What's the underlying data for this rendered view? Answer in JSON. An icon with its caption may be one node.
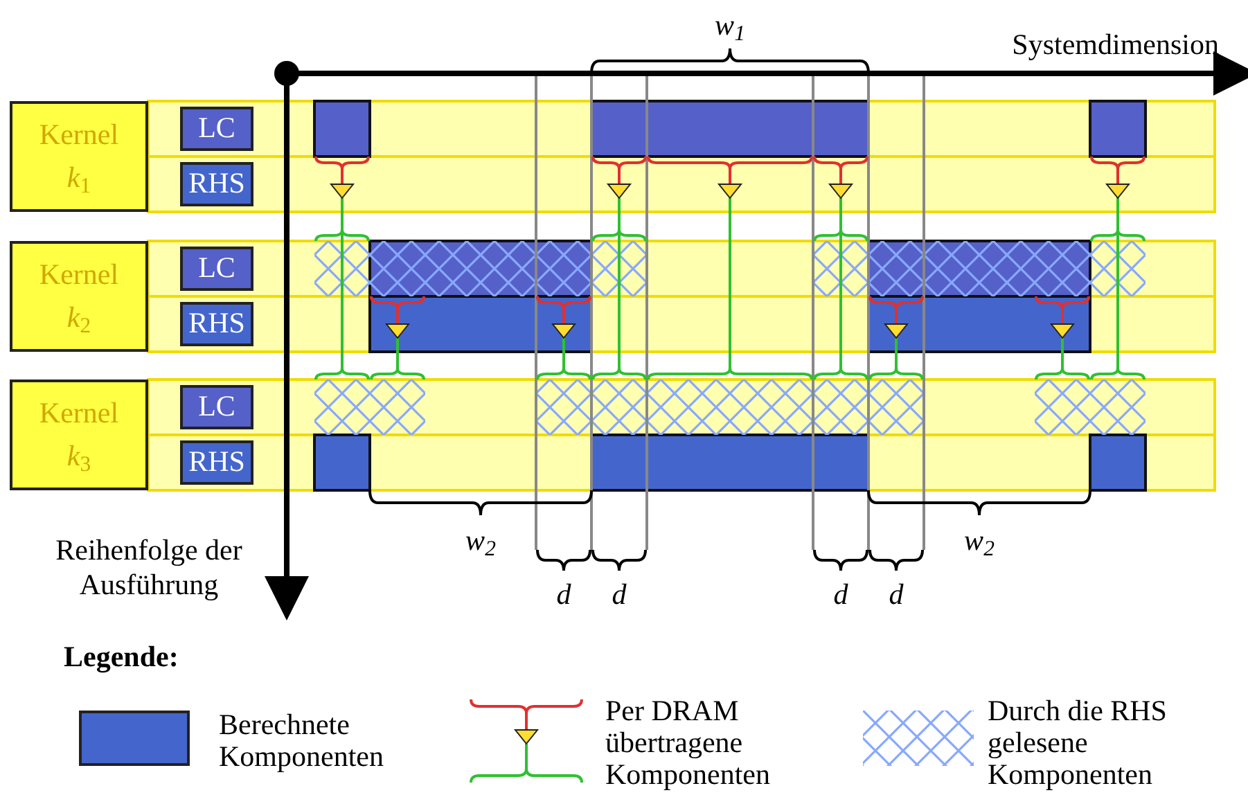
{
  "diagram": {
    "nodes": [
      {
        "text": [
          "Kernel *k*$_{1}$"
        ]
      },
      {
        "text": [
          "LC"
        ]
      },
      {
        "text": [
          "RHS"
        ]
      },
      {
        "text": [
          "Kernel *k*$_{2}$"
        ]
      },
      {
        "text": [
          "LC"
        ]
      },
      {
        "text": [
          "RHS"
        ]
      },
      {
        "text": [
          "Kernel *k*$_{3}$"
        ]
      },
      {
        "text": [
          "LC"
        ]
      },
      {
        "text": [
          "RHS"
        ]
      }
    ],
    "labels": [
      "Systemdimension",
      "w$_{1}$",
      "Reihenfolge der Ausführung",
      "w$_{2}$",
      "w$_{2}$",
      "d",
      "d",
      "d",
      "d",
      "Legende:"
    ],
    "legend": [
      {
        "text": "Berechnete Komponenten",
        "color": "#4466cc"
      },
      {
        "text": "Per DRAM übertragene Komponenten"
      },
      {
        "text": "Durch die RHS gelesene Komponenten"
      }
    ]
  }
}
